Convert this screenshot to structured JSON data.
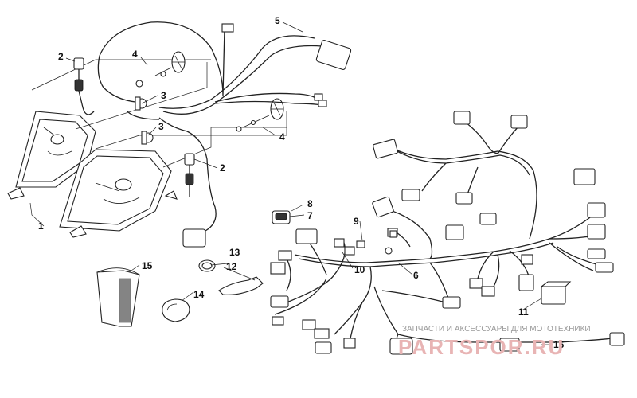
{
  "callouts": {
    "c1": "1",
    "c2a": "2",
    "c2b": "2",
    "c3a": "3",
    "c3b": "3",
    "c4a": "4",
    "c4b": "4",
    "c5": "5",
    "c6": "6",
    "c7": "7",
    "c8": "8",
    "c9": "9",
    "c10": "10",
    "c11": "11",
    "c12": "12",
    "c13": "13",
    "c14": "14",
    "c15": "15",
    "c16": "16"
  },
  "watermark": {
    "caption": "ЗАПЧАСТИ И АКСЕССУАРЫ ДЛЯ МОТОТЕХНИКИ",
    "logo": "PARTSPOR.RU"
  }
}
